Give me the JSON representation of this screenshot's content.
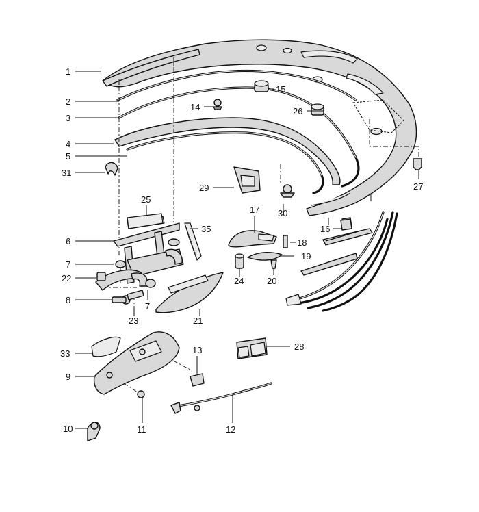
{
  "callouts": {
    "c1": "1",
    "c2": "2",
    "c3": "3",
    "c4": "4",
    "c5": "5",
    "c6": "6",
    "c7a": "7",
    "c7b": "7",
    "c8": "8",
    "c9": "9",
    "c10": "10",
    "c11": "11",
    "c12": "12",
    "c13": "13",
    "c14": "14",
    "c15": "15",
    "c16": "16",
    "c17": "17",
    "c18": "18",
    "c19": "19",
    "c20": "20",
    "c21": "21",
    "c22": "22",
    "c23": "23",
    "c24": "24",
    "c25": "25",
    "c26": "26",
    "c27": "27",
    "c28": "28",
    "c29": "29",
    "c30": "30",
    "c31": "31",
    "c33": "33",
    "c35": "35"
  },
  "colors": {
    "line": "#111111",
    "part_fill": "#d9d9d9",
    "background": "#ffffff"
  }
}
